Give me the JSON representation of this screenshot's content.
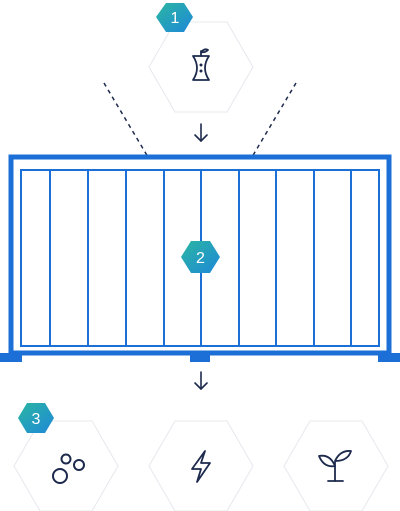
{
  "diagram": {
    "badges": {
      "step1": "1",
      "step2": "2",
      "step3": "3"
    },
    "icons": {
      "top": "apple-core-icon",
      "output_1": "bubbles-icon",
      "output_2": "lightning-bolt-icon",
      "output_3": "sprout-icon"
    }
  },
  "colors": {
    "primary_blue": "#1c6fd6",
    "navy": "#1d2a4d",
    "hexagon_outline": "#e6e8ee",
    "badge_gradient_start": "#2bb6a2",
    "badge_gradient_end": "#1e88d8",
    "badge_text": "#ffffff",
    "background": "#ffffff"
  }
}
